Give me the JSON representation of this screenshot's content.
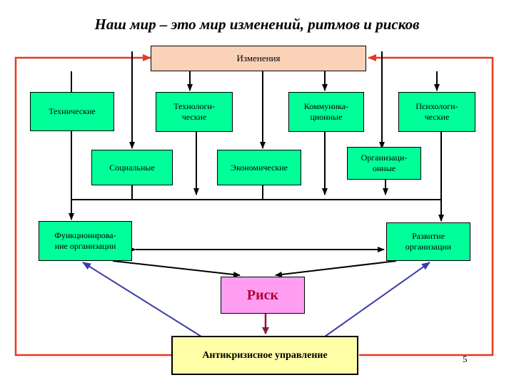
{
  "title": "Наш мир – это мир изменений, ритмов и рисков",
  "boxes": {
    "changes": "Изменения",
    "technical": "Технические",
    "technological": "Технологи-\nческие",
    "communication": "Коммуника-\nционные",
    "psychological": "Психологи-\nческие",
    "social": "Социальные",
    "economic": "Экономические",
    "organizational": "Организаци-\nонные",
    "functioning": "Функционирова-\nние организации",
    "development": "Развитие\nорганизации",
    "risk": "Риск",
    "crisis_management": "Антикризисное управление"
  },
  "slide_number": "5",
  "colors": {
    "box_green": "#00ff99",
    "box_changes": "#fad2b8",
    "box_risk": "#ff9df0",
    "risk_text": "#b0003a",
    "box_crisis": "#ffffa8",
    "feedback_line": "#e8391f",
    "control_arrow": "#3c3caa",
    "risk_arrow": "#8b1a3a"
  }
}
